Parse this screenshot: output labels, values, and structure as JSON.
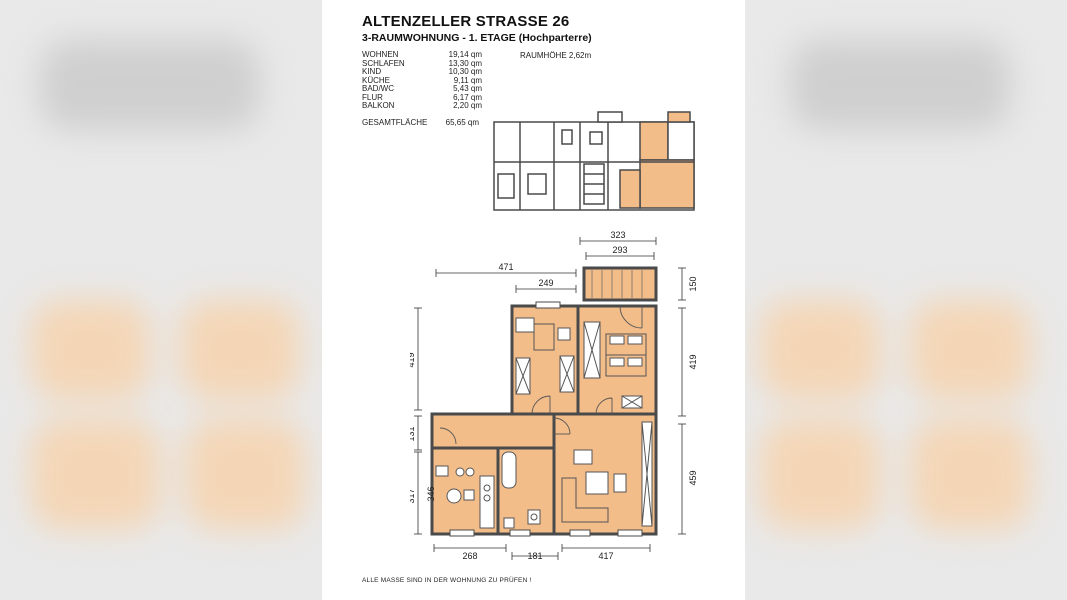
{
  "sheet": {
    "title": "ALTENZELLER STRASSE 26",
    "subtitle": "3-RAUMWOHNUNG - 1. ETAGE (Hochparterre)",
    "rooms": [
      {
        "name": "WOHNEN",
        "area": "19,14 qm"
      },
      {
        "name": "SCHLAFEN",
        "area": "13,30 qm"
      },
      {
        "name": "KIND",
        "area": "10,30 qm"
      },
      {
        "name": "KÜCHE",
        "area": "9,11 qm"
      },
      {
        "name": "BAD/WC",
        "area": "5,43 qm"
      },
      {
        "name": "FLUR",
        "area": "6,17 qm"
      },
      {
        "name": "BALKON",
        "area": "2,20 qm"
      }
    ],
    "room_height": "RAUMHÖHE 2,62m",
    "total_label": "GESAMTFLÄCHE",
    "total_value": "65,65 qm",
    "footnote": "ALLE MASSE SIND IN DER WOHNUNG ZU PRÜFEN !"
  },
  "dimensions": {
    "top_471": "471",
    "top_249": "249",
    "top_323": "323",
    "top_293": "293",
    "right_150": "150",
    "right_419": "419",
    "right_459": "459",
    "left_419": "419",
    "left_131": "131",
    "left_346": "346",
    "left_317": "317",
    "bottom_268": "268",
    "bottom_181": "181",
    "bottom_417": "417"
  },
  "colors": {
    "room_fill": "#f3bd8a",
    "wall": "#4a4a4a",
    "background": "#e9e9e9"
  }
}
